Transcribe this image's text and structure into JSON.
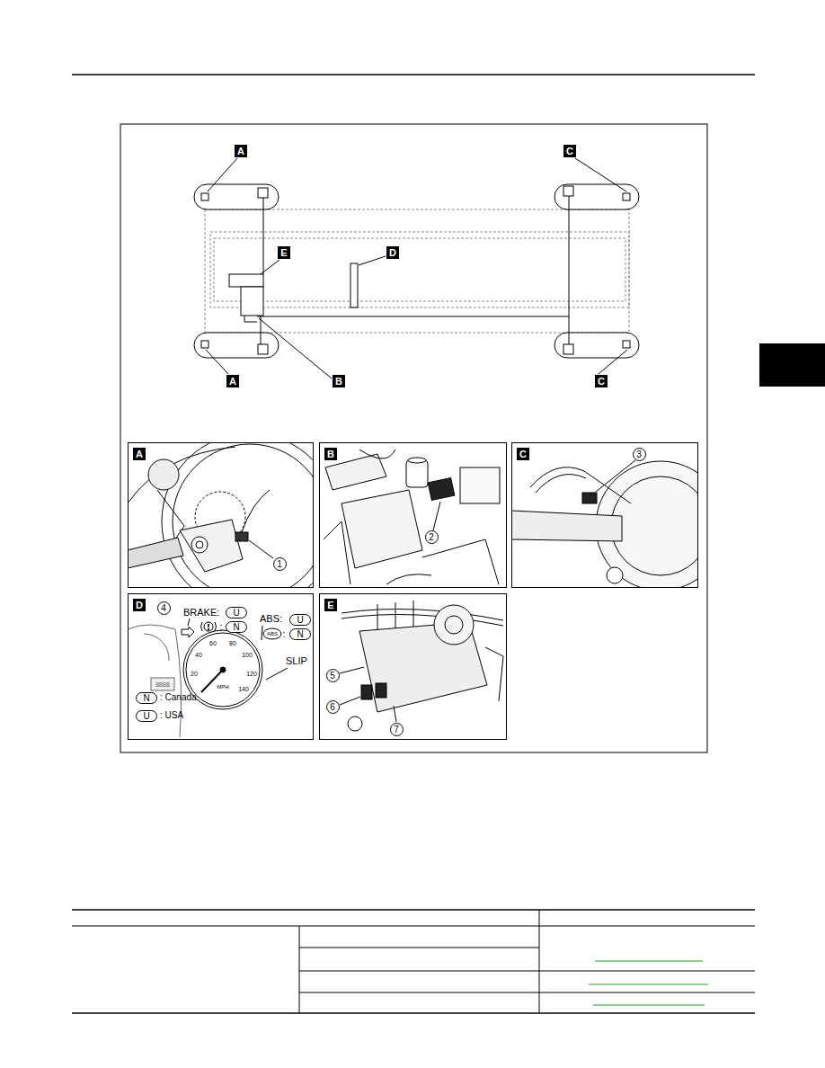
{
  "diagram": {
    "nodes": [
      {
        "text": [
          "A"
        ]
      },
      {
        "text": [
          "B"
        ]
      },
      {
        "text": [
          "C"
        ]
      },
      {
        "text": [
          "D"
        ]
      },
      {
        "text": [
          "E"
        ]
      }
    ],
    "edges": [],
    "labels": [
      "A",
      "C",
      "E",
      "D",
      "A",
      "B",
      "C",
      "1",
      "2",
      "3",
      "4",
      "5",
      "6",
      "7",
      "BRAKE:",
      "U",
      ":",
      "N",
      "ABS:",
      "U",
      "ABS",
      ":",
      "N",
      "SLIP",
      "N",
      ": Canada",
      "U",
      ": USA",
      "20",
      "40",
      "60",
      "80",
      "100",
      "120",
      "140",
      "MPH",
      "8888"
    ]
  }
}
